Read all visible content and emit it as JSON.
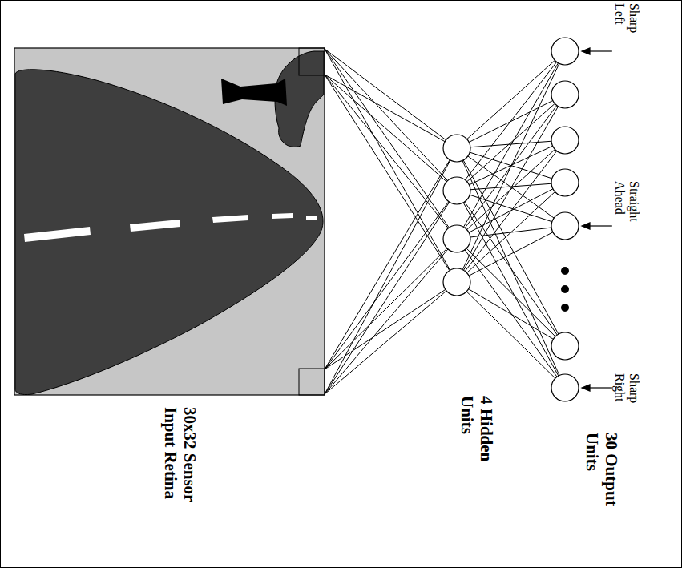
{
  "diagram": {
    "nodes": [
      {
        "text": [
          "30x32 Sensor Input Retina"
        ]
      }
    ],
    "labels": [
      "4 Hidden Units",
      "30 Output Units",
      "Sharp Left",
      "Straight Ahead",
      "Sharp Right"
    ]
  }
}
